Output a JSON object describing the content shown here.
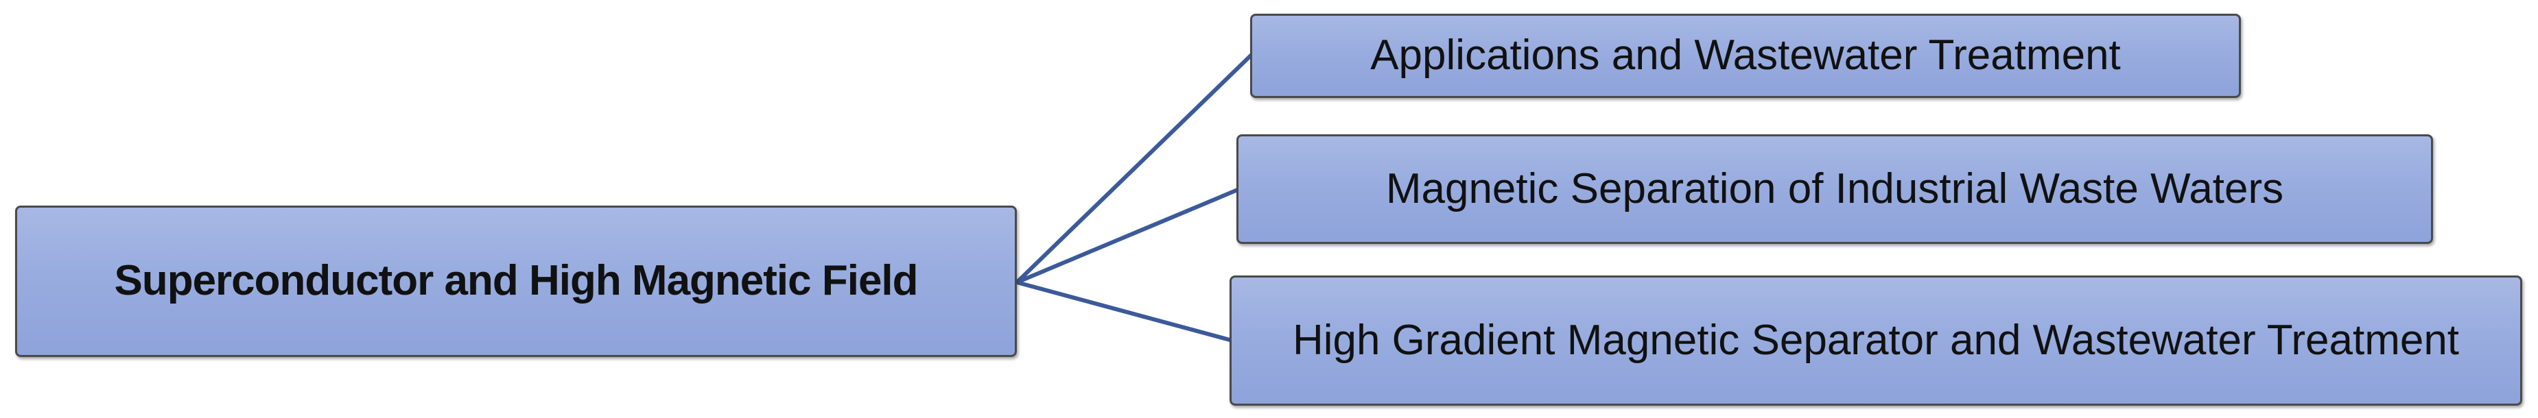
{
  "diagram": {
    "root": {
      "label": "Superconductor and High Magnetic Field"
    },
    "children": [
      {
        "label": "Applications and Wastewater Treatment"
      },
      {
        "label": "Magnetic Separation of Industrial Waste Waters"
      },
      {
        "label": "High Gradient Magnetic Separator and Wastewater Treatment"
      }
    ],
    "colors": {
      "node_fill": "#98acdf",
      "node_border": "#4a4a4a",
      "connector": "#3c5a9a",
      "text": "#111111"
    }
  }
}
